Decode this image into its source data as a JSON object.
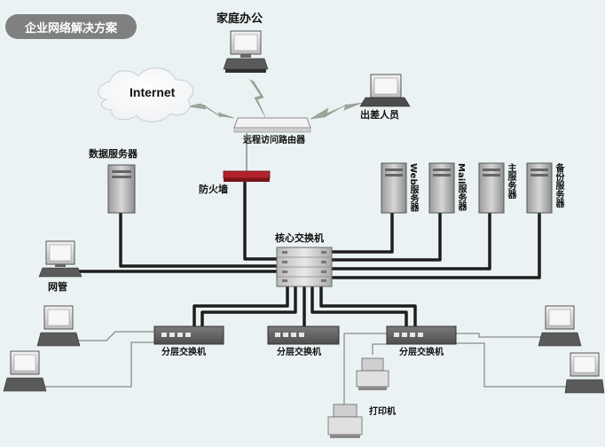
{
  "title": "企业网络解决方案",
  "cloud": {
    "label": "Internet"
  },
  "labels": {
    "home_office": "家庭办公",
    "traveling_staff": "出差人员",
    "remote_router": "远程访问路由器",
    "data_server": "数据服务器",
    "firewall": "防火墙",
    "web_server": "Web服务器",
    "mail_server": "Mail服务器",
    "main_server": "主服务器",
    "backup_server": "备份服务器",
    "core_switch": "核心交换机",
    "network_admin": "网管",
    "access_switch_left": "分层交换机",
    "access_switch_middle": "分层交换机",
    "access_switch_right": "分层交换机",
    "printer": "打印机"
  },
  "colors": {
    "background": "#ebf2f3",
    "cable": "#1e1e1e",
    "thin_cable": "#707070",
    "firewall": "#b3222a",
    "title_pill": "#7f8181",
    "lightning": "#9aa79a"
  }
}
